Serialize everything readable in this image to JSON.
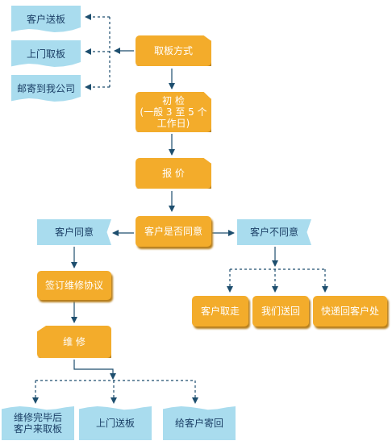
{
  "nodes": {
    "pickup_method": "取板方式",
    "customer_send": "客户送板",
    "door_pickup": "上门取板",
    "mail_to_us": "邮寄到我公司",
    "initial_check": "初  检\n(一般 3 至 5 个\n工作日)",
    "quote": "报  价",
    "customer_agree_q": "客户是否同意",
    "customer_agree": "客户同意",
    "customer_disagree": "客户不同意",
    "sign_agreement": "签订维修协议",
    "repair": "维  修",
    "customer_takes": "客户取走",
    "we_return": "我们送回",
    "express_return": "快递回客户处",
    "after_repair": "维修完毕后\n客户来取板",
    "door_deliver": "上门送板",
    "mail_back": "给客户寄回"
  },
  "colors": {
    "process": "#f3ac2b",
    "terminal": "#a9dcee",
    "connector": "#1d4e6e"
  }
}
